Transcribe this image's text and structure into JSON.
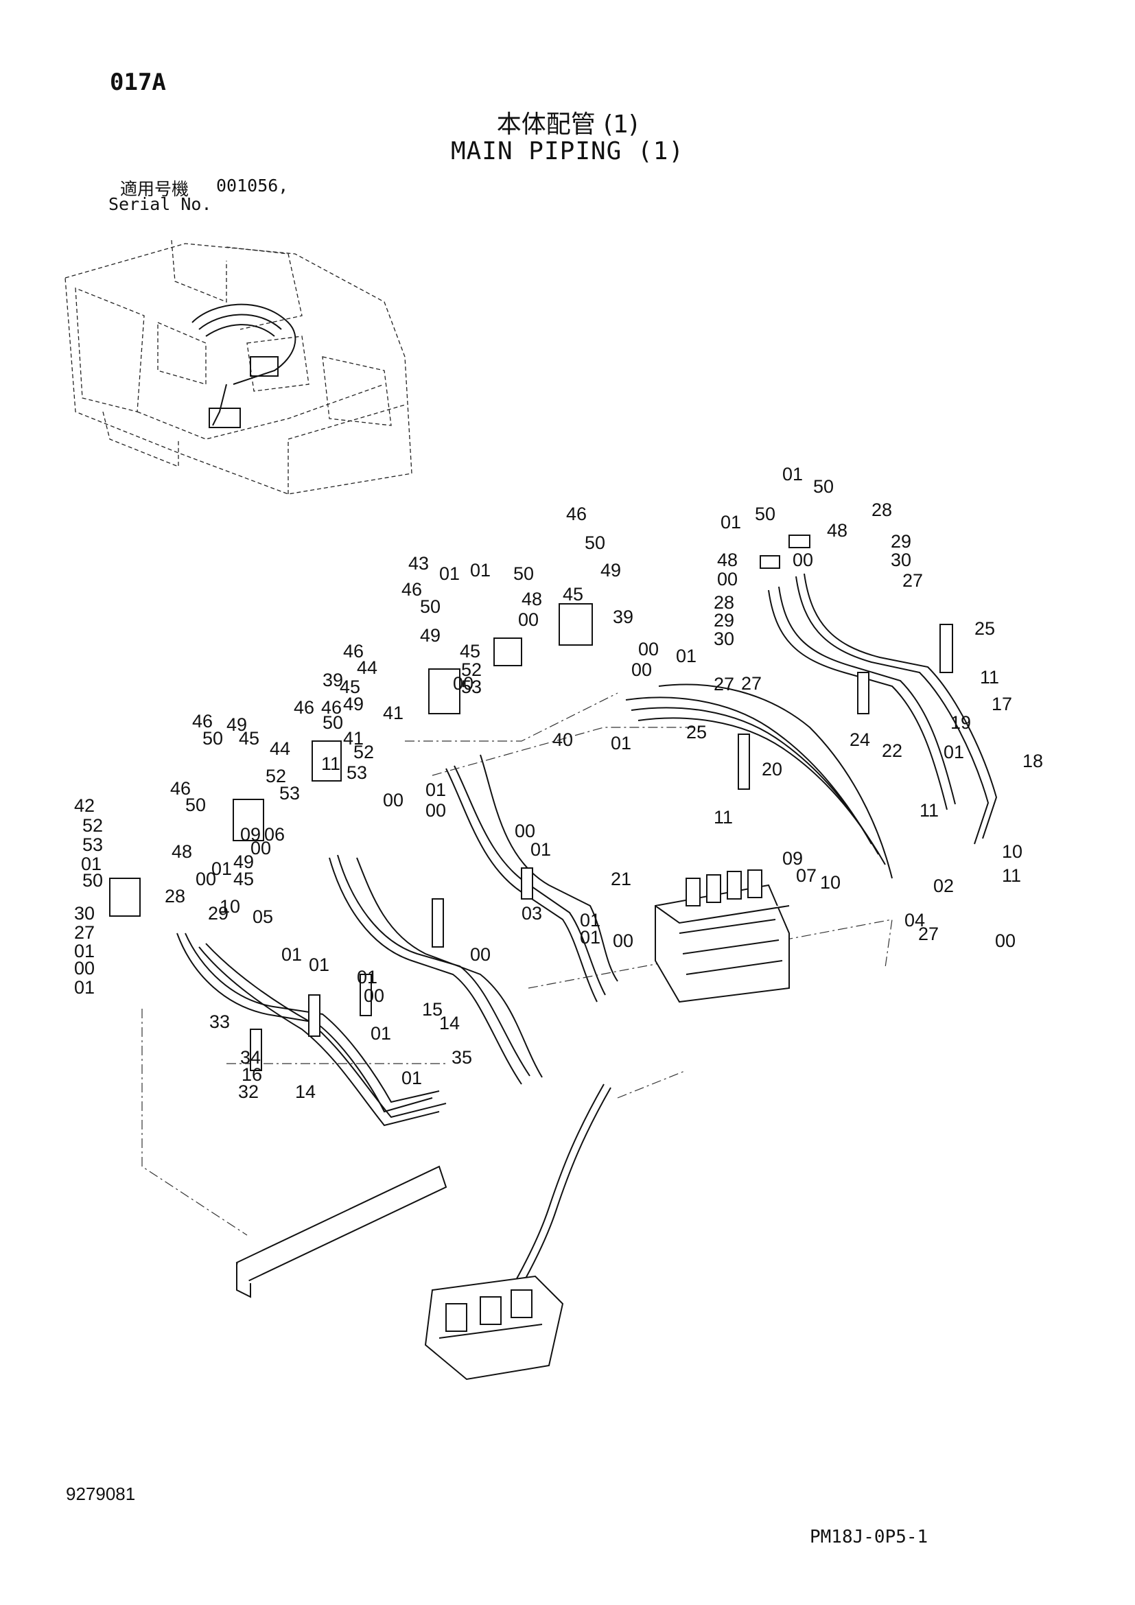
{
  "header": {
    "page_code": "017A",
    "title_jp": "本体配管 (1)",
    "title_en": "MAIN PIPING (1)",
    "serial_label_jp": "適用号機",
    "serial_label_en": "Serial No.",
    "serial_value": "001056,"
  },
  "footer": {
    "drawing_number": "9279081",
    "sheet_code": "PM18J-0P5-1"
  },
  "callouts": [
    "01",
    "50",
    "01",
    "50",
    "48",
    "28",
    "29",
    "30",
    "27",
    "00",
    "48",
    "00",
    "28",
    "29",
    "30",
    "27",
    "25",
    "11",
    "17",
    "19",
    "18",
    "46",
    "50",
    "01",
    "50",
    "49",
    "48",
    "00",
    "45",
    "39",
    "43",
    "01",
    "46",
    "50",
    "49",
    "46",
    "44",
    "45",
    "00",
    "52",
    "53",
    "41",
    "40",
    "00",
    "00",
    "01",
    "01",
    "27",
    "24",
    "22",
    "20",
    "25",
    "11",
    "46",
    "50",
    "49",
    "46",
    "45",
    "44",
    "41",
    "52",
    "53",
    "46",
    "50",
    "49",
    "45",
    "39",
    "52",
    "53",
    "46",
    "50",
    "49",
    "45",
    "42",
    "52",
    "53",
    "01",
    "50",
    "48",
    "00",
    "28",
    "29",
    "30",
    "27",
    "01",
    "00",
    "01",
    "05",
    "00",
    "01",
    "10",
    "11",
    "09",
    "06",
    "00",
    "01",
    "00",
    "00",
    "01",
    "21",
    "00",
    "01",
    "01",
    "03",
    "09",
    "07",
    "10",
    "11",
    "02",
    "04",
    "10",
    "11",
    "27",
    "00",
    "01",
    "01",
    "01",
    "00",
    "01",
    "00",
    "15",
    "14",
    "01",
    "01",
    "16",
    "32",
    "33",
    "34",
    "35",
    "14"
  ]
}
